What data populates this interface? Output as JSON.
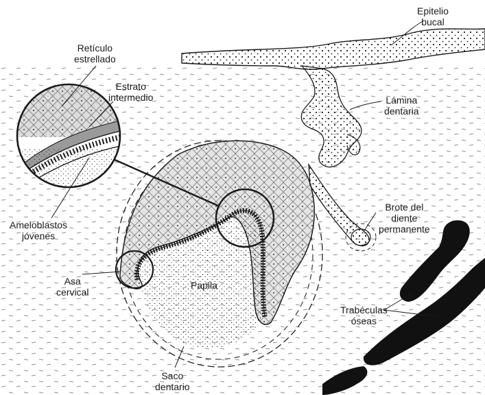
{
  "labels": {
    "epitelio_bucal": [
      "Epitelio",
      "bucal"
    ],
    "reticulo_estrellado": [
      "Retículo",
      "estrellado"
    ],
    "estrato_intermedio": [
      "Estrato",
      "intermedio"
    ],
    "lamina_dentaria": [
      "Lámina",
      "dentaria"
    ],
    "ameloblastos_jovenes": [
      "Ameloblastos",
      "jóvenes"
    ],
    "brote_diente_permanente": [
      "Brote del",
      "diente",
      "permanente"
    ],
    "asa_cervical": [
      "Asa",
      "cervical"
    ],
    "papila": "Papila",
    "trabeculas_oseas": [
      "Trabéculas",
      "óseas"
    ],
    "saco_dentario": [
      "Saco",
      "dentario"
    ]
  },
  "colors": {
    "ink": "#1a1a1a",
    "enamel_organ": "#e4e4e4",
    "bone": "#111111"
  }
}
